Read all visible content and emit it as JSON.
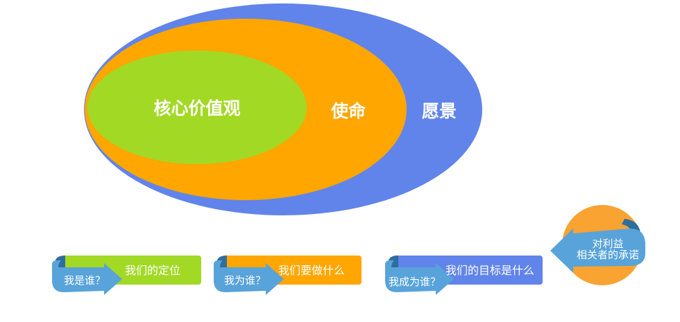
{
  "colors": {
    "vision": "#6184ea",
    "mission": "#ffa600",
    "values": "#a2d925",
    "arrow": "#58a3d9",
    "arrow_dark": "#2e6e9e",
    "stakeholder": "#f9a332"
  },
  "ellipses": {
    "vision_label": "愿景",
    "mission_label": "使命",
    "values_label": "核心价值观"
  },
  "cards": [
    {
      "question": "我是谁？",
      "answer": "我们的定位",
      "color_key": "values"
    },
    {
      "question": "我为谁？",
      "answer": "我们要做什么",
      "color_key": "mission"
    },
    {
      "question": "我成为谁？",
      "answer": "我们的目标是什么",
      "color_key": "vision"
    }
  ],
  "stakeholder": {
    "line1": "对利益",
    "line2": "相关者的承诺"
  }
}
